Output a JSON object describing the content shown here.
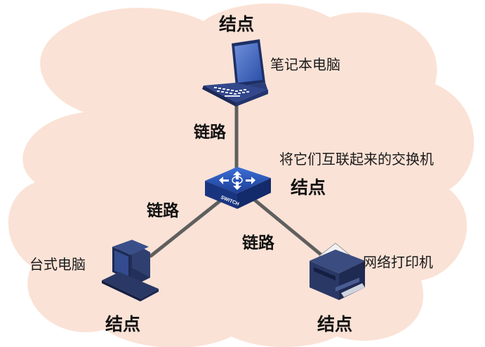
{
  "colors": {
    "cloud": "#fbe2d6",
    "link_line": "#5f5f5f",
    "device_blue": "#1f3f8c",
    "device_dark": "#2b3a5e",
    "screen_blue": "#3b62c4"
  },
  "nodes": {
    "laptop": {
      "node_label": "结点",
      "device_label": "笔记本电脑",
      "icon": "laptop-icon"
    },
    "switch": {
      "node_label": "结点",
      "device_label": "将它们互联起来的交换机",
      "icon_text": "SWITCH",
      "icon": "switch-icon"
    },
    "desktop": {
      "node_label": "结点",
      "device_label": "台式电脑",
      "icon": "desktop-computer-icon"
    },
    "printer": {
      "node_label": "结点",
      "device_label": "网络打印机",
      "icon": "network-printer-icon"
    }
  },
  "links": {
    "laptop_switch": {
      "label": "链路"
    },
    "switch_desktop": {
      "label": "链路"
    },
    "switch_printer": {
      "label": "链路"
    }
  }
}
